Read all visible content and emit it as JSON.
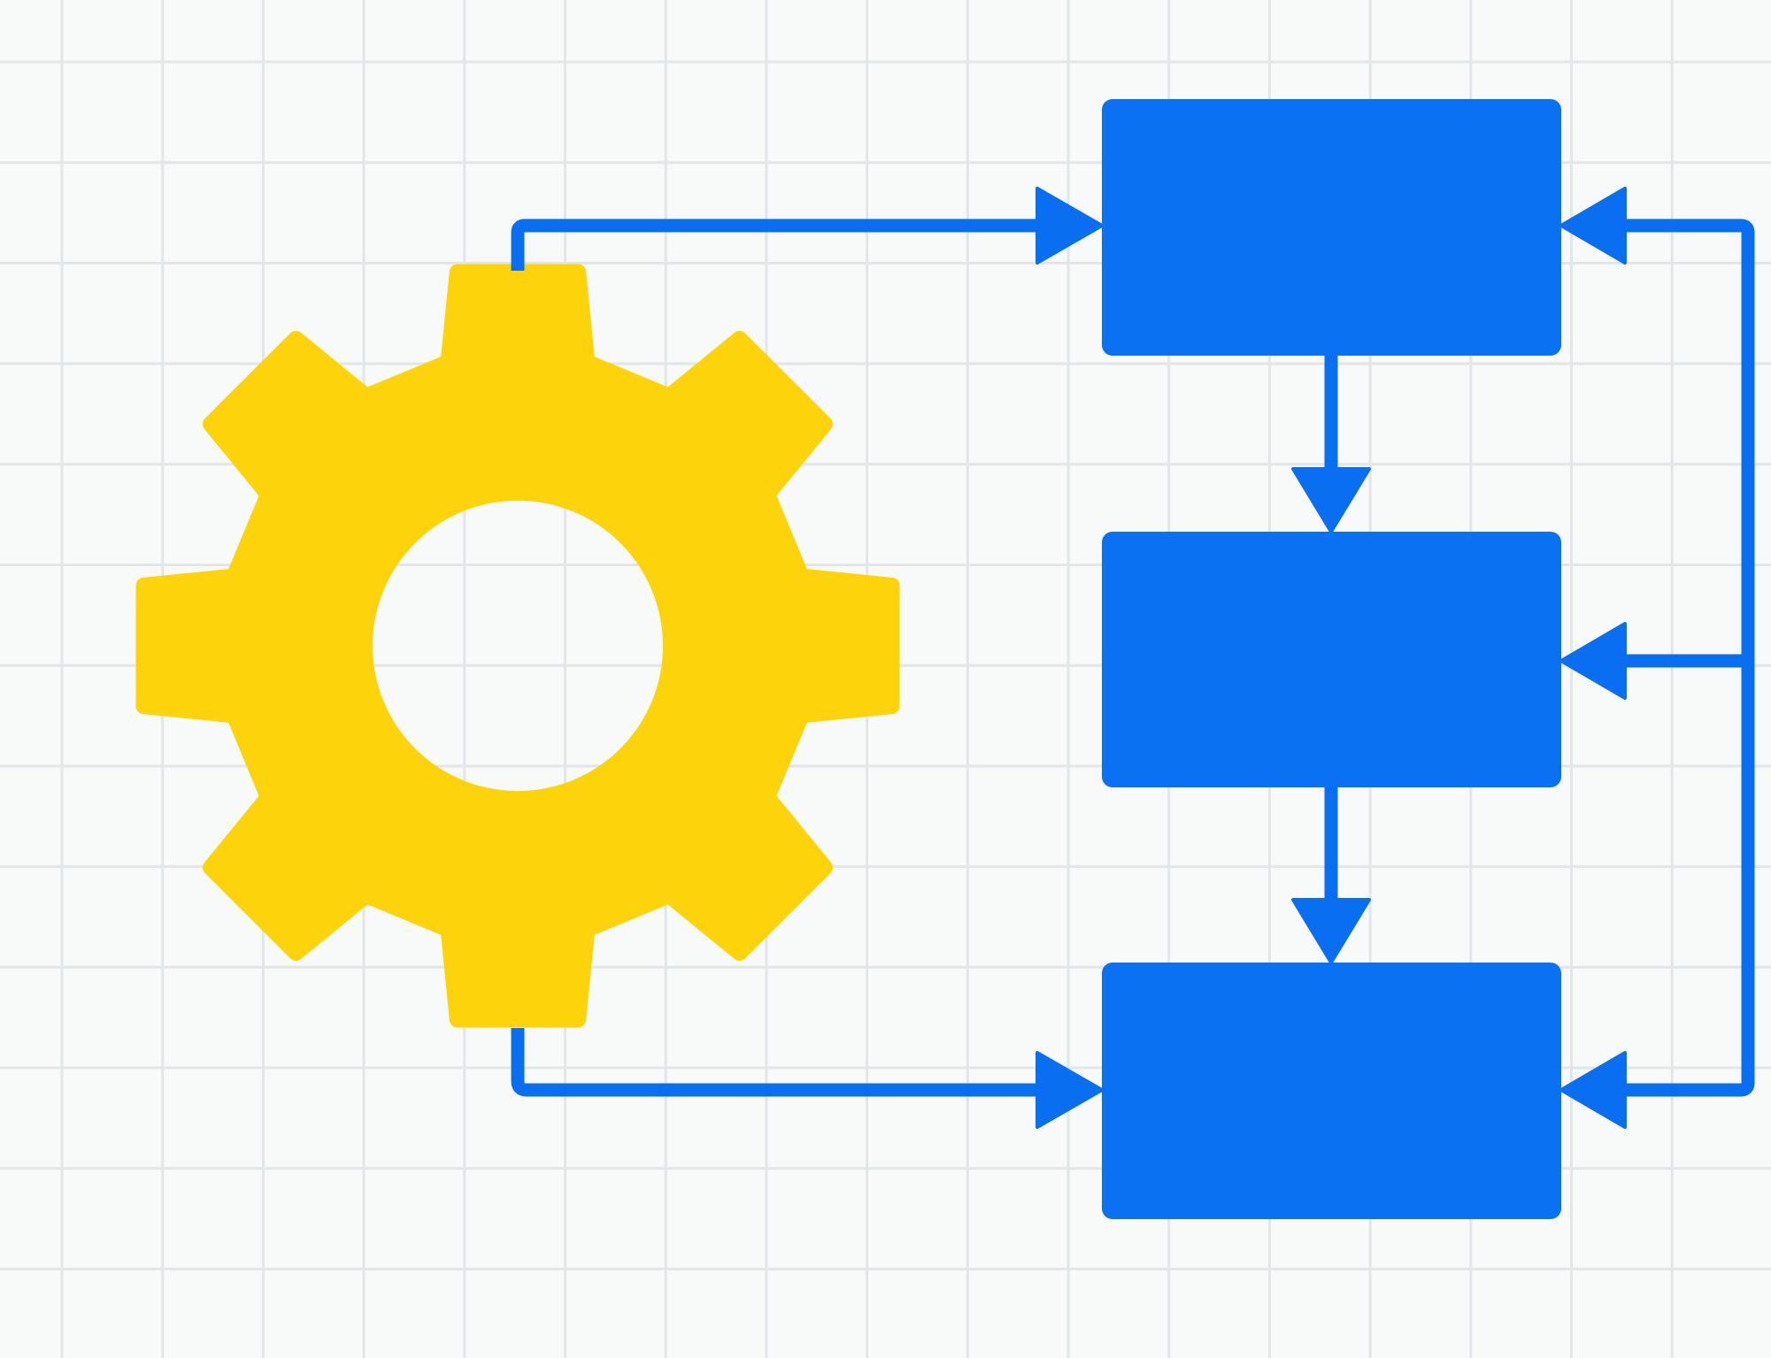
{
  "colors": {
    "background": "#f8f9f9",
    "grid": "#e1e6e9",
    "gear": "#fdd30b",
    "blocks": "#0a72f2",
    "connectors": "#0a6ef0"
  },
  "gear": {
    "teeth": 8
  },
  "blocks": [
    {
      "id": "block-top"
    },
    {
      "id": "block-middle"
    },
    {
      "id": "block-bottom"
    }
  ]
}
